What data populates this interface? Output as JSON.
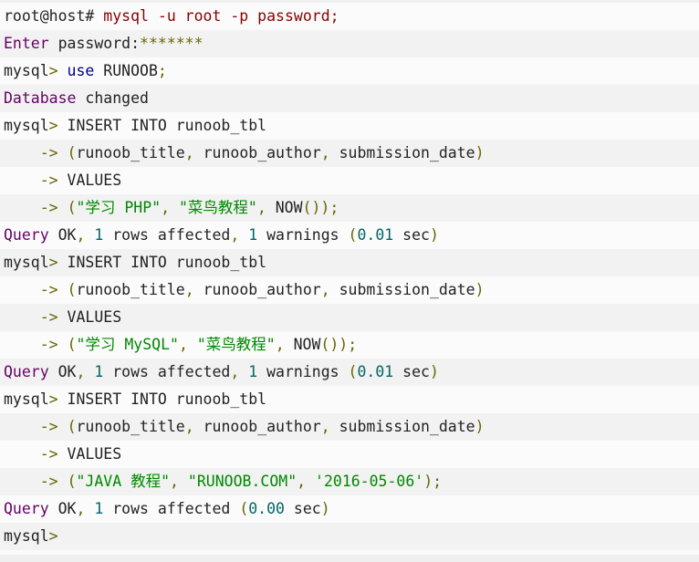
{
  "palette": {
    "plain": "#222222",
    "comment": "#880000",
    "type": "#660066",
    "keyword": "#000088",
    "string": "#008800",
    "literal": "#006666",
    "punct": "#666600",
    "row_odd": "#fbfbfb",
    "row_even": "#f2f2f2",
    "page_bg": "#efefef"
  },
  "terminal": {
    "lines": [
      {
        "segments": [
          [
            "root@host# ",
            "plain"
          ],
          [
            "mysql -u root -p password;",
            "comment"
          ]
        ]
      },
      {
        "segments": [
          [
            "Enter",
            "type"
          ],
          [
            " password",
            "plain"
          ],
          [
            ":",
            "plain"
          ],
          [
            "*******",
            "punct"
          ]
        ]
      },
      {
        "segments": [
          [
            "mysql",
            "plain"
          ],
          [
            ">",
            "punct"
          ],
          [
            " ",
            "plain"
          ],
          [
            "use",
            "keyword"
          ],
          [
            " RUNOOB",
            "plain"
          ],
          [
            ";",
            "punct"
          ]
        ]
      },
      {
        "segments": [
          [
            "Database",
            "type"
          ],
          [
            " changed",
            "plain"
          ]
        ]
      },
      {
        "segments": [
          [
            "mysql",
            "plain"
          ],
          [
            ">",
            "punct"
          ],
          [
            " INSERT INTO runoob_tbl",
            "plain"
          ]
        ]
      },
      {
        "segments": [
          [
            "    ",
            "plain"
          ],
          [
            "->",
            "punct"
          ],
          [
            " ",
            "plain"
          ],
          [
            "(",
            "punct"
          ],
          [
            "runoob_title",
            "plain"
          ],
          [
            ",",
            "punct"
          ],
          [
            " runoob_author",
            "plain"
          ],
          [
            ",",
            "punct"
          ],
          [
            " submission_date",
            "plain"
          ],
          [
            ")",
            "punct"
          ]
        ]
      },
      {
        "segments": [
          [
            "    ",
            "plain"
          ],
          [
            "->",
            "punct"
          ],
          [
            " VALUES",
            "plain"
          ]
        ]
      },
      {
        "segments": [
          [
            "    ",
            "plain"
          ],
          [
            "->",
            "punct"
          ],
          [
            " ",
            "plain"
          ],
          [
            "(",
            "punct"
          ],
          [
            "\"学习 PHP\"",
            "string"
          ],
          [
            ",",
            "punct"
          ],
          [
            " ",
            "plain"
          ],
          [
            "\"菜鸟教程\"",
            "string"
          ],
          [
            ",",
            "punct"
          ],
          [
            " NOW",
            "plain"
          ],
          [
            "());",
            "punct"
          ]
        ]
      },
      {
        "segments": [
          [
            "Query",
            "type"
          ],
          [
            " OK",
            "plain"
          ],
          [
            ",",
            "punct"
          ],
          [
            " ",
            "plain"
          ],
          [
            "1",
            "literal"
          ],
          [
            " rows affected",
            "plain"
          ],
          [
            ",",
            "punct"
          ],
          [
            " ",
            "plain"
          ],
          [
            "1",
            "literal"
          ],
          [
            " warnings ",
            "plain"
          ],
          [
            "(",
            "punct"
          ],
          [
            "0.01",
            "literal"
          ],
          [
            " sec",
            "plain"
          ],
          [
            ")",
            "punct"
          ]
        ]
      },
      {
        "segments": [
          [
            "mysql",
            "plain"
          ],
          [
            ">",
            "punct"
          ],
          [
            " INSERT INTO runoob_tbl",
            "plain"
          ]
        ]
      },
      {
        "segments": [
          [
            "    ",
            "plain"
          ],
          [
            "->",
            "punct"
          ],
          [
            " ",
            "plain"
          ],
          [
            "(",
            "punct"
          ],
          [
            "runoob_title",
            "plain"
          ],
          [
            ",",
            "punct"
          ],
          [
            " runoob_author",
            "plain"
          ],
          [
            ",",
            "punct"
          ],
          [
            " submission_date",
            "plain"
          ],
          [
            ")",
            "punct"
          ]
        ]
      },
      {
        "segments": [
          [
            "    ",
            "plain"
          ],
          [
            "->",
            "punct"
          ],
          [
            " VALUES",
            "plain"
          ]
        ]
      },
      {
        "segments": [
          [
            "    ",
            "plain"
          ],
          [
            "->",
            "punct"
          ],
          [
            " ",
            "plain"
          ],
          [
            "(",
            "punct"
          ],
          [
            "\"学习 MySQL\"",
            "string"
          ],
          [
            ",",
            "punct"
          ],
          [
            " ",
            "plain"
          ],
          [
            "\"菜鸟教程\"",
            "string"
          ],
          [
            ",",
            "punct"
          ],
          [
            " NOW",
            "plain"
          ],
          [
            "());",
            "punct"
          ]
        ]
      },
      {
        "segments": [
          [
            "Query",
            "type"
          ],
          [
            " OK",
            "plain"
          ],
          [
            ",",
            "punct"
          ],
          [
            " ",
            "plain"
          ],
          [
            "1",
            "literal"
          ],
          [
            " rows affected",
            "plain"
          ],
          [
            ",",
            "punct"
          ],
          [
            " ",
            "plain"
          ],
          [
            "1",
            "literal"
          ],
          [
            " warnings ",
            "plain"
          ],
          [
            "(",
            "punct"
          ],
          [
            "0.01",
            "literal"
          ],
          [
            " sec",
            "plain"
          ],
          [
            ")",
            "punct"
          ]
        ]
      },
      {
        "segments": [
          [
            "mysql",
            "plain"
          ],
          [
            ">",
            "punct"
          ],
          [
            " INSERT INTO runoob_tbl",
            "plain"
          ]
        ]
      },
      {
        "segments": [
          [
            "    ",
            "plain"
          ],
          [
            "->",
            "punct"
          ],
          [
            " ",
            "plain"
          ],
          [
            "(",
            "punct"
          ],
          [
            "runoob_title",
            "plain"
          ],
          [
            ",",
            "punct"
          ],
          [
            " runoob_author",
            "plain"
          ],
          [
            ",",
            "punct"
          ],
          [
            " submission_date",
            "plain"
          ],
          [
            ")",
            "punct"
          ]
        ]
      },
      {
        "segments": [
          [
            "    ",
            "plain"
          ],
          [
            "->",
            "punct"
          ],
          [
            " VALUES",
            "plain"
          ]
        ]
      },
      {
        "segments": [
          [
            "    ",
            "plain"
          ],
          [
            "->",
            "punct"
          ],
          [
            " ",
            "plain"
          ],
          [
            "(",
            "punct"
          ],
          [
            "\"JAVA 教程\"",
            "string"
          ],
          [
            ",",
            "punct"
          ],
          [
            " ",
            "plain"
          ],
          [
            "\"RUNOOB.COM\"",
            "string"
          ],
          [
            ",",
            "punct"
          ],
          [
            " ",
            "plain"
          ],
          [
            "'2016-05-06'",
            "string"
          ],
          [
            ");",
            "punct"
          ]
        ]
      },
      {
        "segments": [
          [
            "Query",
            "type"
          ],
          [
            " OK",
            "plain"
          ],
          [
            ",",
            "punct"
          ],
          [
            " ",
            "plain"
          ],
          [
            "1",
            "literal"
          ],
          [
            " rows affected ",
            "plain"
          ],
          [
            "(",
            "punct"
          ],
          [
            "0.00",
            "literal"
          ],
          [
            " sec",
            "plain"
          ],
          [
            ")",
            "punct"
          ]
        ]
      },
      {
        "segments": [
          [
            "mysql",
            "plain"
          ],
          [
            ">",
            "punct"
          ]
        ]
      }
    ]
  }
}
